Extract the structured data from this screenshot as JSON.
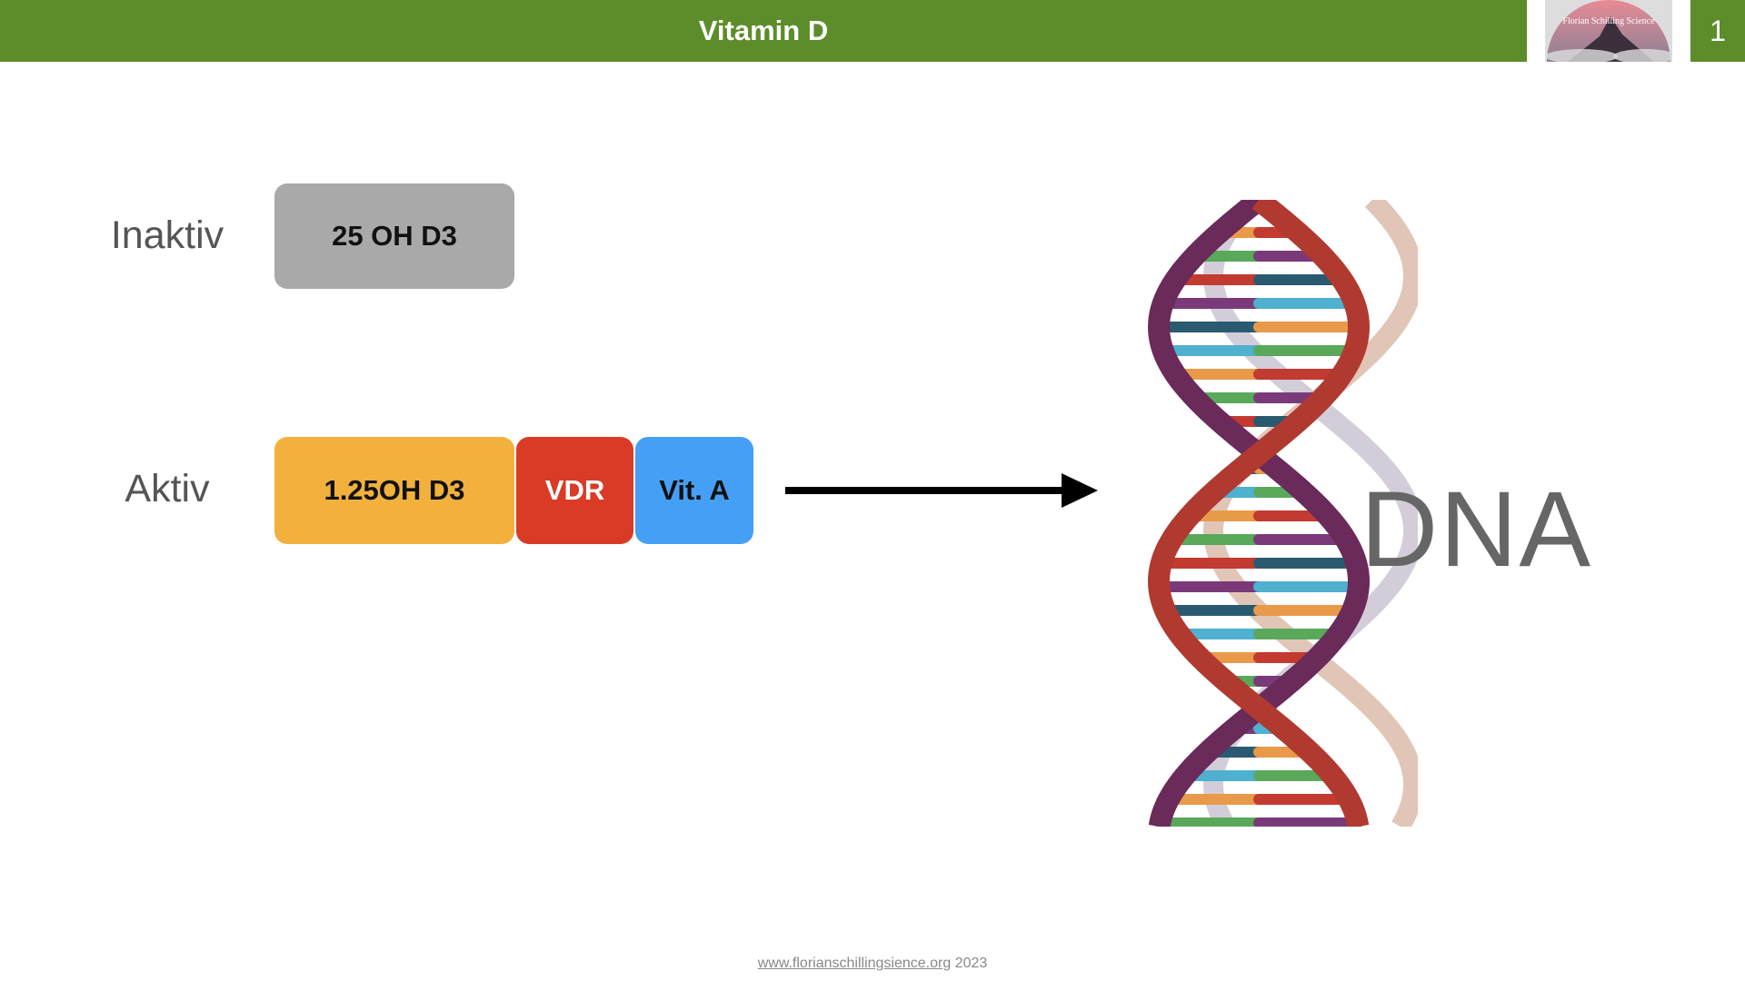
{
  "header": {
    "title": "Vitamin D",
    "page_number": "1",
    "logo_text": "Florian Schilling Science"
  },
  "rows": {
    "inactive": {
      "label": "Inaktiv",
      "box": "25 OH D3"
    },
    "active": {
      "label": "Aktiv",
      "boxes": [
        "1.25OH D3",
        "VDR",
        "Vit. A"
      ]
    }
  },
  "dna_label": "DNA",
  "footer": {
    "link": "www.florianschillingsience.org",
    "year": "2023"
  },
  "colors": {
    "green": "#5d8c2a",
    "gray": "#a9a9a9",
    "orange": "#f2b13d",
    "red": "#d93b26",
    "blue": "#45a0f5"
  }
}
